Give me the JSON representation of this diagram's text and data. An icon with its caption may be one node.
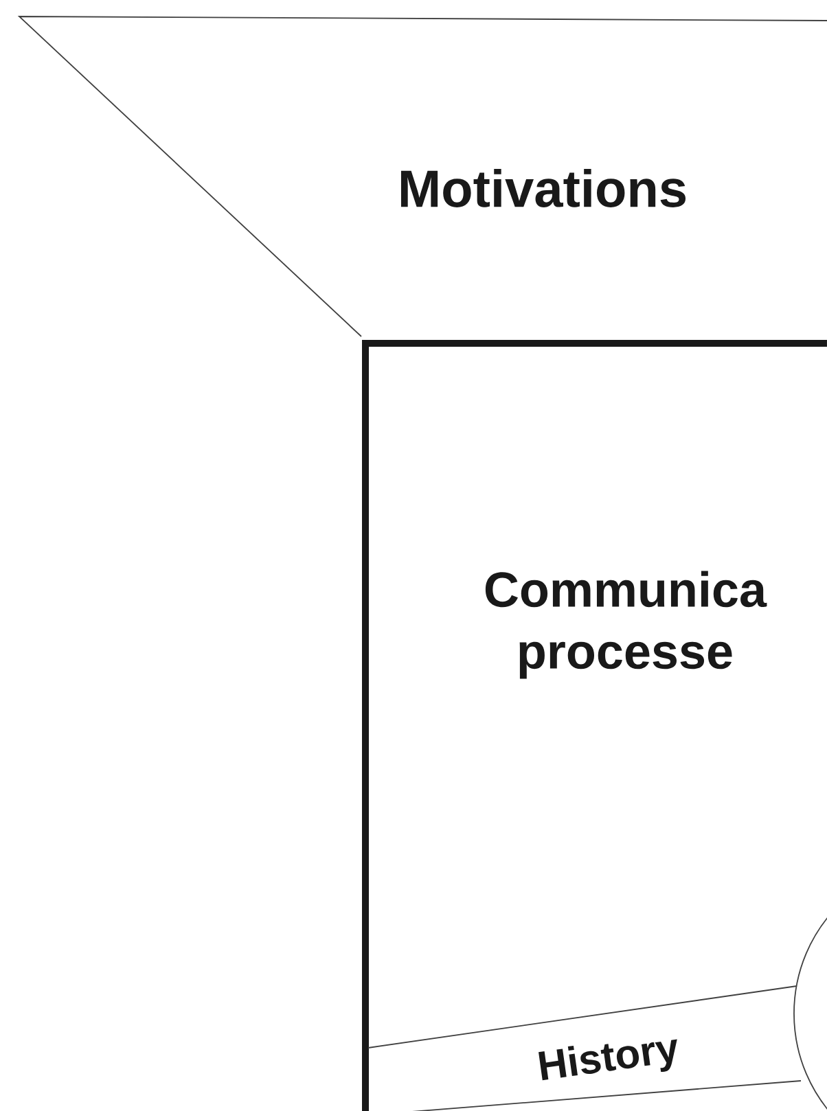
{
  "diagram": {
    "nodes": [
      {
        "text": [
          "Motivations"
        ]
      },
      {
        "text": [
          "Communica processe"
        ]
      },
      {
        "text": [
          "History"
        ],
        "in": 1
      },
      {
        "text": [],
        "shape": "circle"
      }
    ]
  }
}
